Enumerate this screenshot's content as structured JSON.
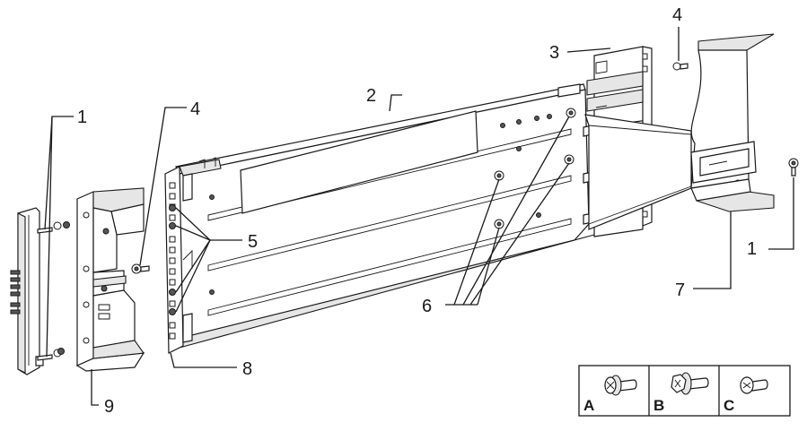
{
  "callouts": {
    "c1_left": "1",
    "c1_right": "1",
    "c2": "2",
    "c3": "3",
    "c4_left": "4",
    "c4_right": "4",
    "c5": "5",
    "c6": "6",
    "c7": "7",
    "c8": "8",
    "c9": "9"
  },
  "screw_key": {
    "a": "A",
    "b": "B",
    "c": "C"
  }
}
